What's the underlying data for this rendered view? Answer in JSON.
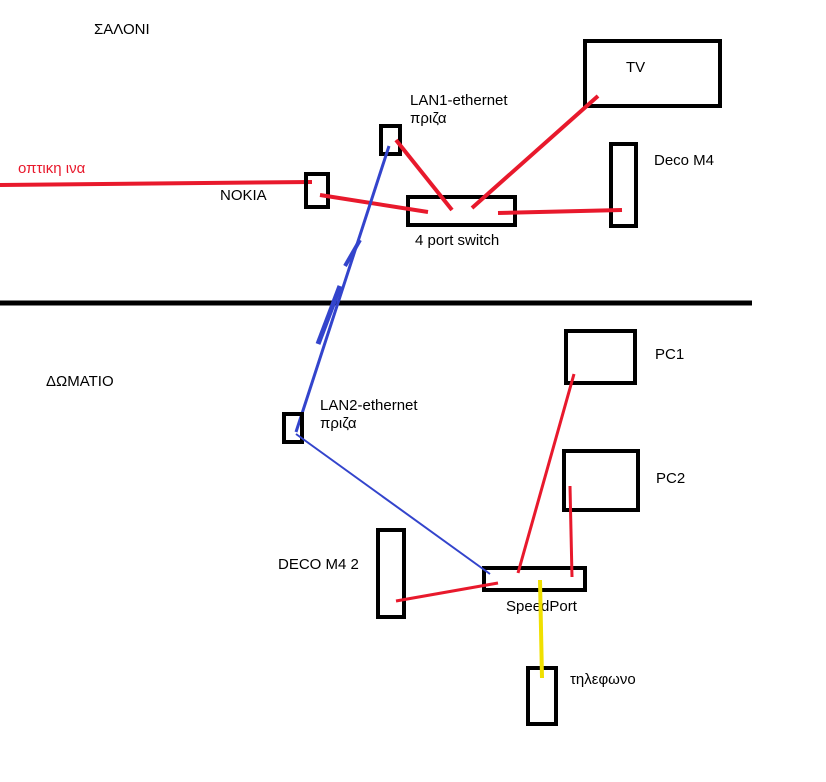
{
  "rooms": {
    "living_room": "ΣΑΛΟΝΙ",
    "bedroom": "ΔΩΜΑΤΙΟ"
  },
  "labels": {
    "fiber": "οπτικη ινα",
    "nokia": "NOKIA",
    "lan1_line1": "LAN1-ethernet",
    "lan1_line2": "πριζα",
    "tv": "TV",
    "deco_m4": "Deco M4",
    "switch": "4 port switch",
    "pc1": "PC1",
    "pc2": "PC2",
    "lan2_line1": "LAN2-ethernet",
    "lan2_line2": "πριζα",
    "deco_m4_2": "DECO M4 2",
    "speedport": "SpeedPort",
    "phone": "τηλεφωνο"
  },
  "colors": {
    "ethernet_red": "#e8192c",
    "ethernet_blue": "#3344cc",
    "phone_yellow": "#f0e000",
    "device_outline": "#000000",
    "divider": "#000000"
  }
}
